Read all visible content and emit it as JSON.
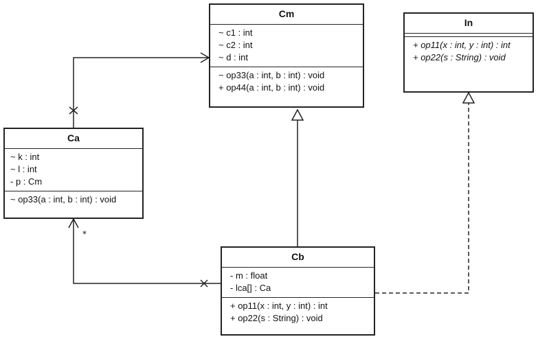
{
  "classes": {
    "cm": {
      "name": "Cm",
      "attributes": [
        "~ c1 : int",
        "~ c2 : int",
        "~ d : int"
      ],
      "operations": [
        "~ op33(a : int, b : int) : void",
        "+ op44(a : int, b : int) : void"
      ]
    },
    "in": {
      "name": "In",
      "operations": [
        "+ op11(x : int, y : int) : int",
        "+ op22(s : String) : void"
      ]
    },
    "ca": {
      "name": "Ca",
      "attributes": [
        "~ k : int",
        "~ l : int",
        "- p : Cm"
      ],
      "operations": [
        "~ op33(a : int, b : int) : void"
      ]
    },
    "cb": {
      "name": "Cb",
      "attributes": [
        "- m : float",
        "- lca[] : Ca"
      ],
      "operations": [
        "+ op11(x : int, y : int) : int",
        "+ op22(s : String) : void"
      ]
    }
  },
  "relations": {
    "ca_cb_multiplicity": "*"
  }
}
